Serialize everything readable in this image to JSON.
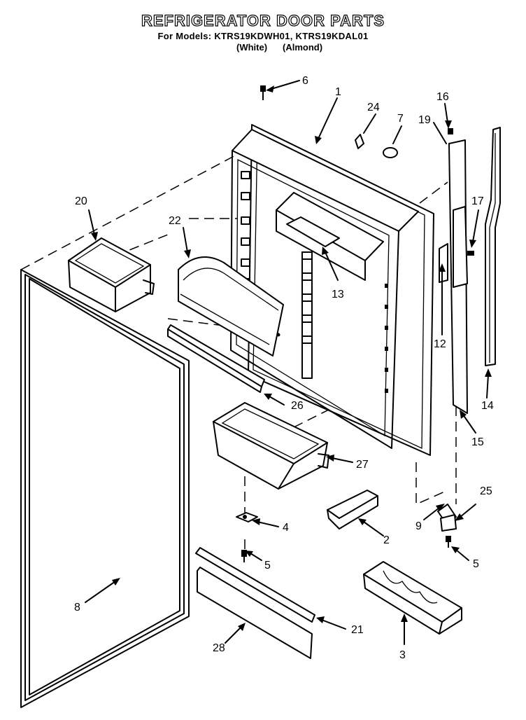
{
  "header": {
    "title": "REFRIGERATOR DOOR PARTS",
    "models": "For Models: KTRS19KDWH01, KTRS19KDAL01",
    "variant_white": "(White)",
    "variant_almond": "(Almond)"
  },
  "callouts": {
    "c1": "1",
    "c2": "2",
    "c3": "3",
    "c4": "4",
    "c5a": "5",
    "c5b": "5",
    "c6": "6",
    "c7": "7",
    "c8": "8",
    "c9": "9",
    "c12": "12",
    "c13": "13",
    "c14": "14",
    "c15": "15",
    "c16": "16",
    "c17": "17",
    "c19": "19",
    "c20": "20",
    "c21": "21",
    "c22": "22",
    "c24": "24",
    "c25": "25",
    "c26": "26",
    "c27": "27",
    "c28": "28"
  }
}
